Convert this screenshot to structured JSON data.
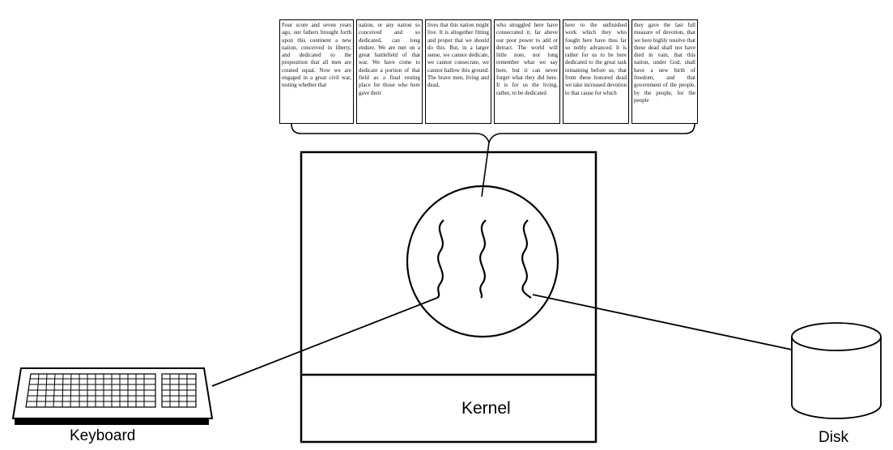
{
  "document_pages": [
    {
      "text": "Four score and seven years ago, our fathers brought forth upon this continent a new nation, conceived in liberty, and dedicated to the proposition that all men are created equal. Now we are engaged in a great civil war, testing whether that"
    },
    {
      "text": "nation, or any nation so conceived and so dedicated, can long endure. We are met on a great battlefield of that war. We have come to dedicate a portion of that field as a final resting place for those who here gave their"
    },
    {
      "text": "lives that this nation might live. It is altogether fitting and proper that we should do this. But, in a larger sense, we cannot dedicate, we cannot consecrate, we cannot hallow this ground. The brave men, living and dead,"
    },
    {
      "text": "who struggled here have consecrated it, far above our poor power to add or detract. The world will little note, nor long remember what we say here, but it can never forget what they did here. It is for us the living, rather, to be dedicated"
    },
    {
      "text": "here to the unfinished work which they who fought here have thus far so nobly advanced. It is rather for us to be here dedicated to the great task remaining before us, that from these honored dead we take increased devotion to that cause for which"
    },
    {
      "text": "they gave the last full measure of devotion, that we here highly resolve that these dead shall not have died in vain, that this nation, under God, shall have a new birth of freedom, and that government of the people, by the people, for the people"
    }
  ],
  "labels": {
    "kernel": "Kernel",
    "keyboard": "Keyboard",
    "disk": "Disk"
  }
}
